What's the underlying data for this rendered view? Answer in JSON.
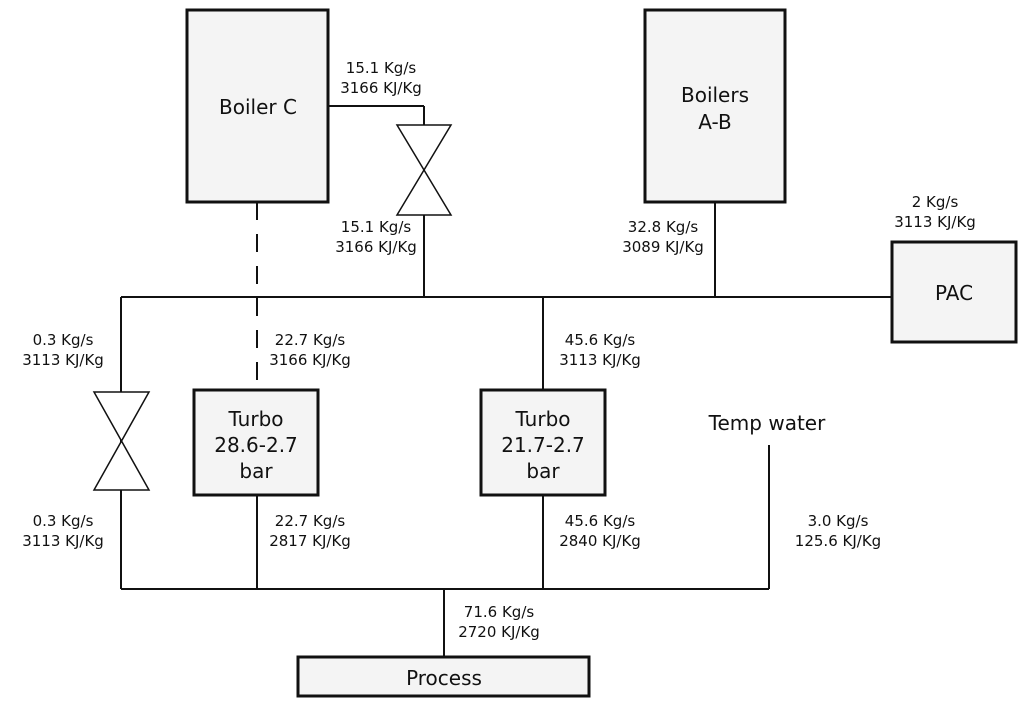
{
  "boxes": {
    "boiler_c": "Boiler C",
    "boilers_ab": [
      "Boilers",
      "A-B"
    ],
    "pac": "PAC",
    "turbo_1": [
      "Turbo",
      "28.6-2.7",
      "bar"
    ],
    "turbo_2": [
      "Turbo",
      "21.7-2.7",
      "bar"
    ],
    "process": "Process",
    "temp_water": "Temp water"
  },
  "flows": {
    "boiler_c_out": [
      "15.1 Kg/s",
      "3166 KJ/Kg"
    ],
    "valve_top_out": [
      "15.1 Kg/s",
      "3166 KJ/Kg"
    ],
    "boilers_ab_out": [
      "32.8 Kg/s",
      "3089 KJ/Kg"
    ],
    "pac_in": [
      "2 Kg/s",
      "3113 KJ/Kg"
    ],
    "left_valve_in": [
      "0.3 Kg/s",
      "3113 KJ/Kg"
    ],
    "left_valve_out": [
      "0.3 Kg/s",
      "3113 KJ/Kg"
    ],
    "turbo_1_in": [
      "22.7 Kg/s",
      "3166 KJ/Kg"
    ],
    "turbo_1_out": [
      "22.7 Kg/s",
      "2817 KJ/Kg"
    ],
    "turbo_2_in": [
      "45.6 Kg/s",
      "3113 KJ/Kg"
    ],
    "turbo_2_out": [
      "45.6 Kg/s",
      "2840 KJ/Kg"
    ],
    "temp_water_flow": [
      "3.0 Kg/s",
      "125.6 KJ/Kg"
    ],
    "process_in": [
      "71.6 Kg/s",
      "2720 KJ/Kg"
    ]
  }
}
